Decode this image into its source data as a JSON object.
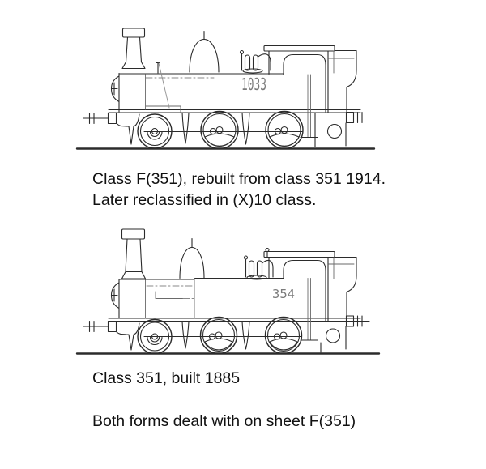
{
  "figure": {
    "background": "#ffffff",
    "ink": "#2b2b2b",
    "light_ink": "#8f8f8f",
    "number_ink": "#7a7a7a",
    "caption_ink": "#111111"
  },
  "locomotives": [
    {
      "number": "1033",
      "caption": [
        "Class F(351), rebuilt from class 351 1914.",
        "Later reclassified in (X)10 class."
      ]
    },
    {
      "number": "354",
      "caption": [
        "Class 351, built 1885"
      ]
    }
  ],
  "footer": "Both forms dealt with on sheet F(351)"
}
